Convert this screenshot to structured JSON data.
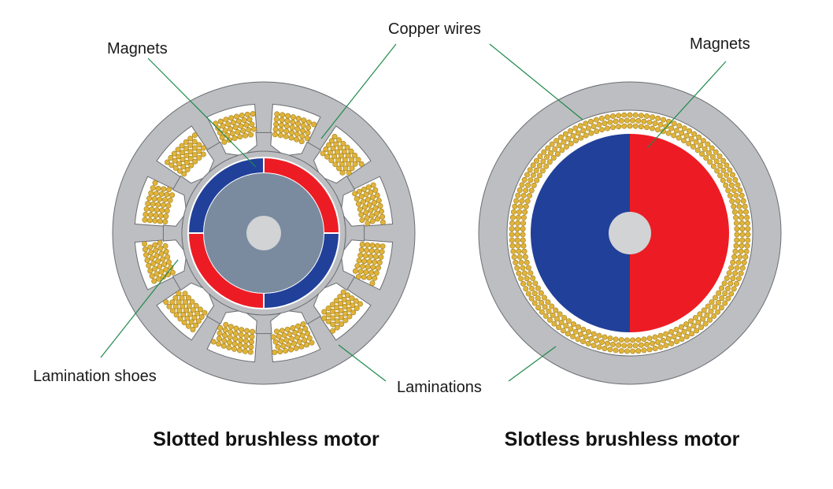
{
  "labels": {
    "magnets_left": "Magnets",
    "copper_wires": "Copper wires",
    "magnets_right": "Magnets",
    "lamination_shoes": "Lamination shoes",
    "laminations": "Laminations"
  },
  "captions": {
    "slotted": "Slotted brushless motor",
    "slotless": "Slotless brushless motor"
  },
  "colors": {
    "lamination": "#bcbec1",
    "lamination_edge": "#6b6e73",
    "slot": "#ffffff",
    "copper": "#e0b43a",
    "copper_edge": "#a07d1f",
    "magnet_red": "#ed1c24",
    "magnet_blue": "#21409a",
    "rotor": "#7a8ba0",
    "shaft": "#d1d3d4",
    "leader": "#1f8a4c"
  }
}
